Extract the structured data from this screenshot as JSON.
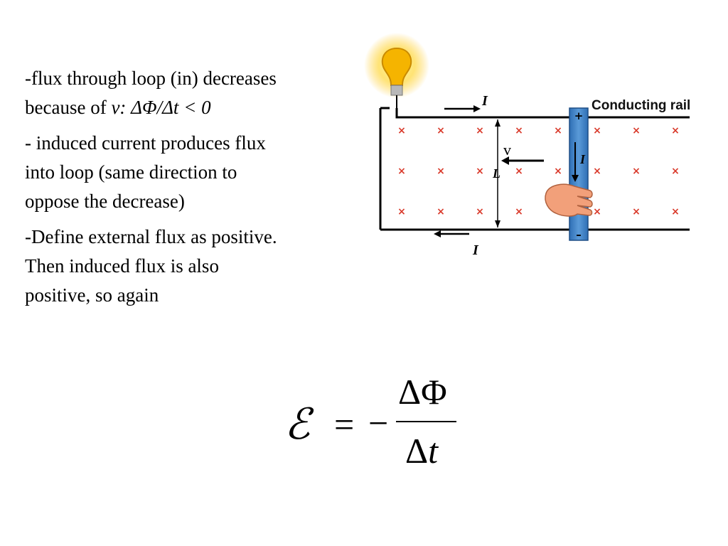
{
  "bullets": {
    "b1_line1": "-flux through loop (in) decreases",
    "b1_line2_prefix": "because of ",
    "b1_line2_math": "v: ΔΦ/Δt < 0",
    "b2_line1": "- induced current produces flux",
    "b2_line2": "into loop (same direction to",
    "b2_line3": "oppose the decrease)",
    "b3_line1": "-Define external flux as positive.",
    "b3_line2": "Then induced flux is also",
    "b3_line3": "positive, so again"
  },
  "diagram": {
    "rail_label": "Conducting rail",
    "current_label": "I",
    "velocity_label": "v",
    "length_label": "L",
    "plus_sign": "+",
    "minus_sign": "–",
    "field_symbol": "×",
    "colors": {
      "rail": "#3a7fc4",
      "field": "#d93a2b",
      "bulb": "#f5b400"
    }
  },
  "formula": {
    "emf": "ℰ",
    "equals": "=",
    "minus": "−",
    "numerator": "ΔΦ",
    "denominator_delta": "Δ",
    "denominator_t": "t"
  }
}
